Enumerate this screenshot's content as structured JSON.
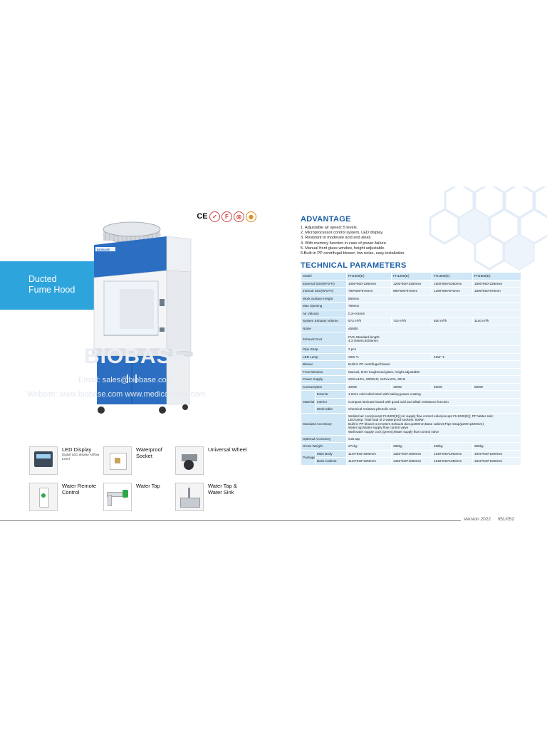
{
  "hero": {
    "title_line1": "Ducted",
    "title_line2": "Fume Hood",
    "cabinet_brand": "BIOBASE"
  },
  "certifications": [
    "CE",
    "ISO",
    "FDA",
    "CSA",
    "UL"
  ],
  "watermark": {
    "brand": "BIOBASE",
    "email": "Email: sales@biobase.com",
    "website": "Website: www.biobase.com  www.medicaltrade.com"
  },
  "features": [
    {
      "label": "LED Display",
      "sublabel": "Digital LED display Airflow Level"
    },
    {
      "label": "Waterproof Socket",
      "sublabel": ""
    },
    {
      "label": "Universal Wheel",
      "sublabel": ""
    },
    {
      "label": "Water Remote Control",
      "sublabel": ""
    },
    {
      "label": "Water Tap",
      "sublabel": ""
    },
    {
      "label": "Water Tap & Water Sink",
      "sublabel": ""
    }
  ],
  "advantage": {
    "title": "ADVANTAGE",
    "items": [
      "1. Adjustable air speed: 5 levels.",
      "2. Microprocessor control system, LED display.",
      "3. Resistant to moderate acid and alkali.",
      "4. With memory function in case of power-failure.",
      "5. Manual front glass window, height adjustable.",
      "6.Built-in PP centrifugal blower; low noise, easy installation."
    ]
  },
  "technical": {
    "title": "TECHNICAL PARAMETERS",
    "header": {
      "label": "Model",
      "models": [
        "FH1000(E)",
        "FH1200(E)",
        "FH1500(E)",
        "FH1800(E)"
      ]
    },
    "external_size": {
      "label": "External Size(W*D*H)",
      "values": [
        "1050*800*2350mm",
        "1200*800*2350mm",
        "1500*800*2350mm",
        "1800*800*2350mm"
      ]
    },
    "internal_size": {
      "label": "Internal Size(W*D*H)",
      "values": [
        "790*600*870mm",
        "990*600*870mm",
        "1290*600*870mm",
        "1590*600*870mm"
      ]
    },
    "work_surface": {
      "label": "Work Surface Height",
      "value": "850mm"
    },
    "max_opening": {
      "label": "Max Opening",
      "value": "760mm"
    },
    "air_velocity": {
      "label": "Air Velocity",
      "value": "0.3~0.8m/s"
    },
    "exhaust_volume": {
      "label": "System Exhaust Volume",
      "values": [
        "573 m³/h",
        "710 m³/h",
        "930 m³/h",
        "1140 m³/h"
      ]
    },
    "noise": {
      "label": "Noise",
      "value": "≤68dB"
    },
    "exhaust_duct": {
      "label": "Exhaust Duct",
      "line1": "PVC,Standard length:",
      "line2": "4.3 meters,Φ200mm"
    },
    "pipe_strap": {
      "label": "Pipe Strap",
      "value": "2 pcs"
    },
    "led_lamp": {
      "label": "LED Lamp",
      "value_a": "20W *1",
      "value_b": "40W *1"
    },
    "blower": {
      "label": "Blower",
      "value": "Built-in PP centrifugal blower"
    },
    "front_window": {
      "label": "Front Window",
      "value": "Manual, 5mm toughened glass, height adjustable"
    },
    "power_supply": {
      "label": "Power Supply",
      "value": "220V±10%, 50/60Hz; 110V±10%, 60Hz"
    },
    "consumption": {
      "label": "Consumption",
      "values": [
        "400W",
        "400W",
        "500W",
        "500W"
      ]
    },
    "material": {
      "label": "Material",
      "rows": [
        {
          "part": "Exterior",
          "value": "1.0mm cold-rolled steel with baking power coating"
        },
        {
          "part": "Interior",
          "value": "Compact laminate board with good acid and alkali resistance function"
        },
        {
          "part": "Work table",
          "value": "Chemical resistant phenolic resin"
        }
      ]
    },
    "standard_accessory": {
      "label": "Standard Accessory",
      "lines": [
        "Welded air cock(except FH1000(E));Air supply flow control valve(except FH1000(E)); PP Water sink;",
        "LED lamp; Total load of 2 waterproof sockets: 500W;",
        "Built-in PP blower;4.3 meters Exhaust duct,φ200mm;Base cabinet;Pipe strap(φ200-φ320mm);",
        "Water tap;Water supply flow control valve",
        "Wall water supply cock (green);Water supply flow control valve"
      ]
    },
    "optional_accessory": {
      "label": "Optional Accessory",
      "value": "Gas tap"
    },
    "gross_weight": {
      "label": "Gross Weight",
      "values": [
        "271kg",
        "305kg",
        "335kg",
        "365kg"
      ]
    },
    "package": {
      "label": "Package",
      "main_body": {
        "label": "Main Body",
        "values": [
          "1140*940*1900mm",
          "1340*940*1900mm",
          "1640*940*1900mm",
          "1940*940*1900mm"
        ]
      },
      "base_cabinet": {
        "label": "Base Cabinet",
        "values": [
          "1140*940*1050mm",
          "1340*940*1050mm",
          "1640*940*1050mm",
          "1940*940*1050mm"
        ]
      }
    }
  },
  "footer": {
    "version": "Version 2022",
    "pages": "051/052"
  }
}
